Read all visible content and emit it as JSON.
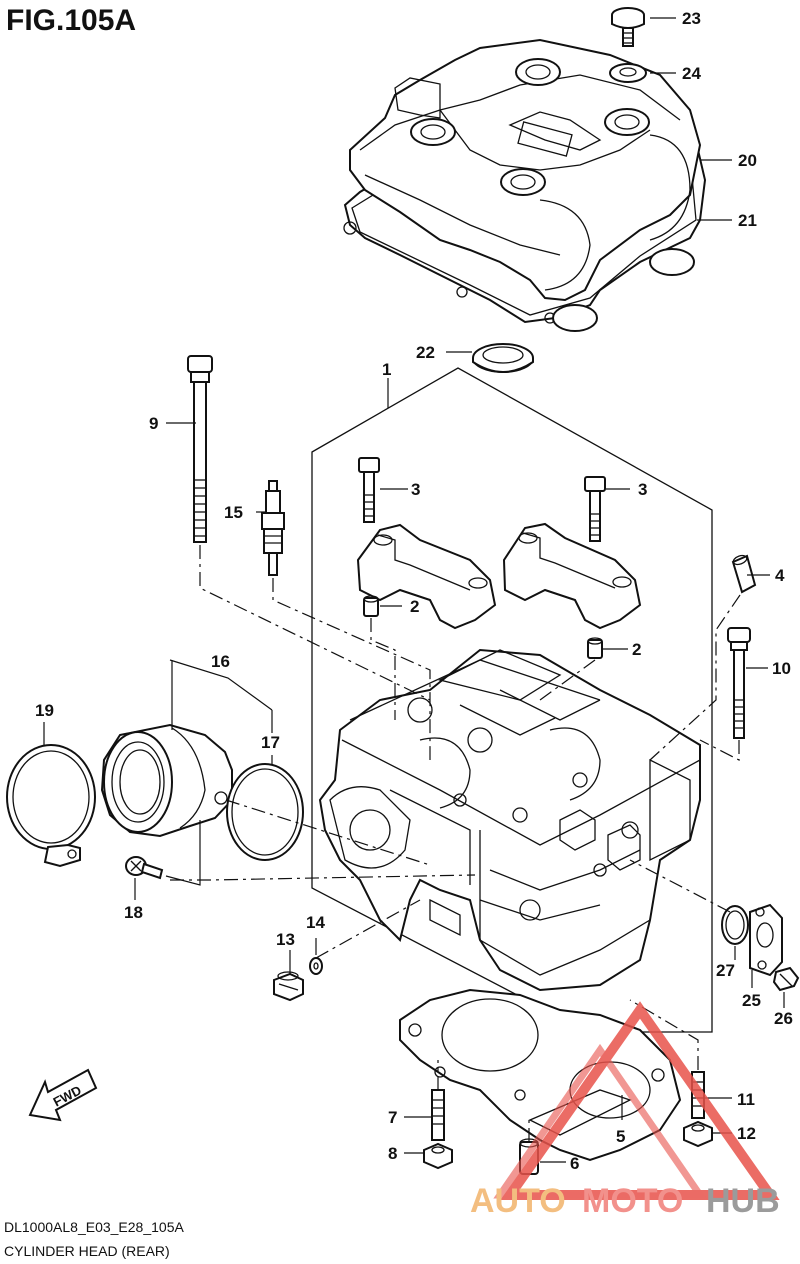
{
  "figure": {
    "title": "FIG.105A",
    "code": "DL1000AL8_E03_E28_105A",
    "caption": "CYLINDER HEAD (REAR)"
  },
  "direction_label": "FWD",
  "callouts": [
    "1",
    "2",
    "2",
    "3",
    "3",
    "4",
    "5",
    "6",
    "7",
    "8",
    "9",
    "10",
    "11",
    "12",
    "13",
    "14",
    "15",
    "16",
    "17",
    "18",
    "19",
    "20",
    "21",
    "22",
    "23",
    "24",
    "25",
    "26",
    "27"
  ],
  "watermark": {
    "part1": "AUTO",
    "part2": "MOTO",
    "part3": "HUB",
    "colors": {
      "auto": "#f2b36b",
      "moto": "#f07e78",
      "hub": "#8a8a8a",
      "triangle": "#e8534b"
    }
  }
}
